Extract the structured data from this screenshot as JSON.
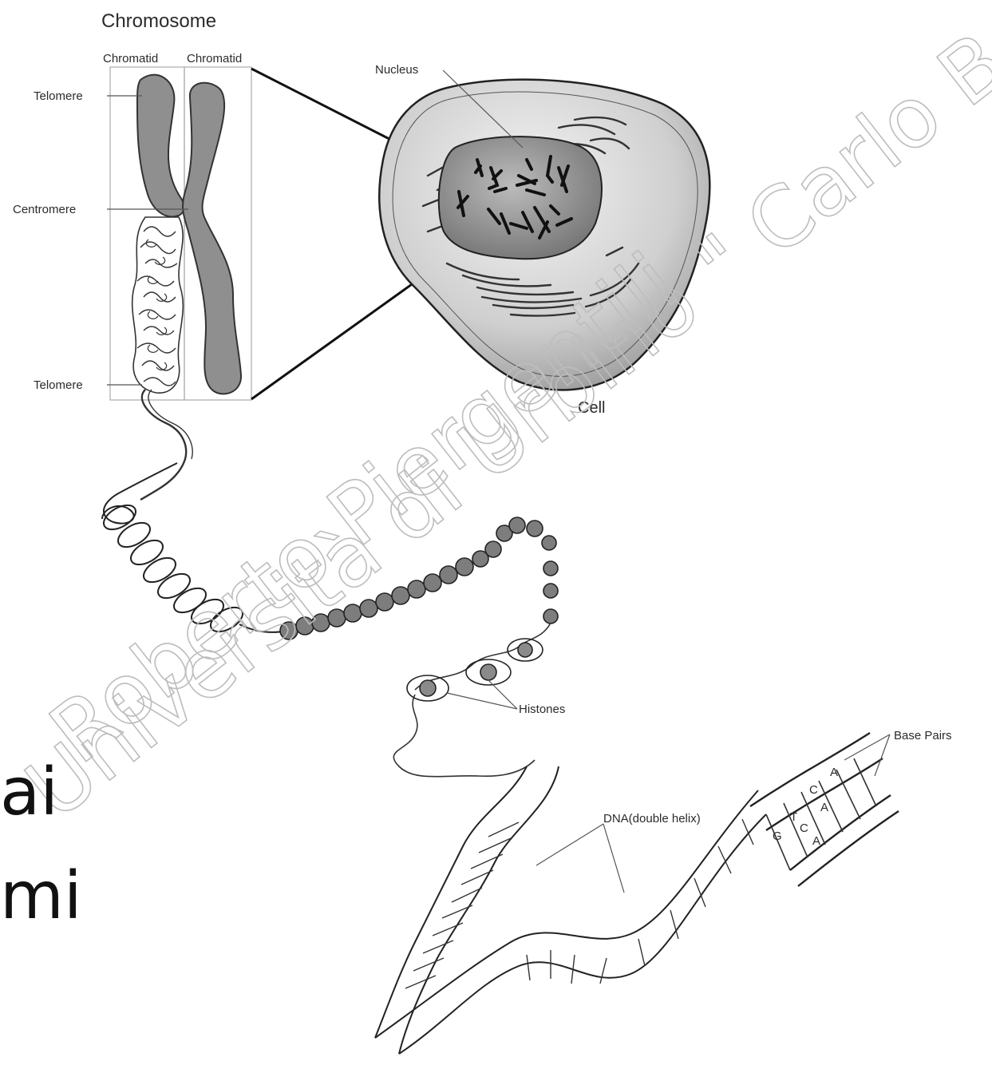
{
  "labels": {
    "chromosome": "Chromosome",
    "chromatid_left": "Chromatid",
    "chromatid_right": "Chromatid",
    "telomere_top": "Telomere",
    "centromere": "Centromere",
    "telomere_bottom": "Telomere",
    "nucleus": "Nucleus",
    "cell": "Cell",
    "histones": "Histones",
    "base_pairs": "Base Pairs",
    "dna": "DNA(double helix)"
  },
  "base_letters": [
    "A",
    "C",
    "A",
    "T",
    "G",
    "A",
    "C"
  ],
  "slide_text": {
    "line1": "ai",
    "line2": "mi"
  },
  "watermark": {
    "line1": "Roberto Piergentili",
    "line2": "Università di Urbino \" Carlo Bo\""
  }
}
